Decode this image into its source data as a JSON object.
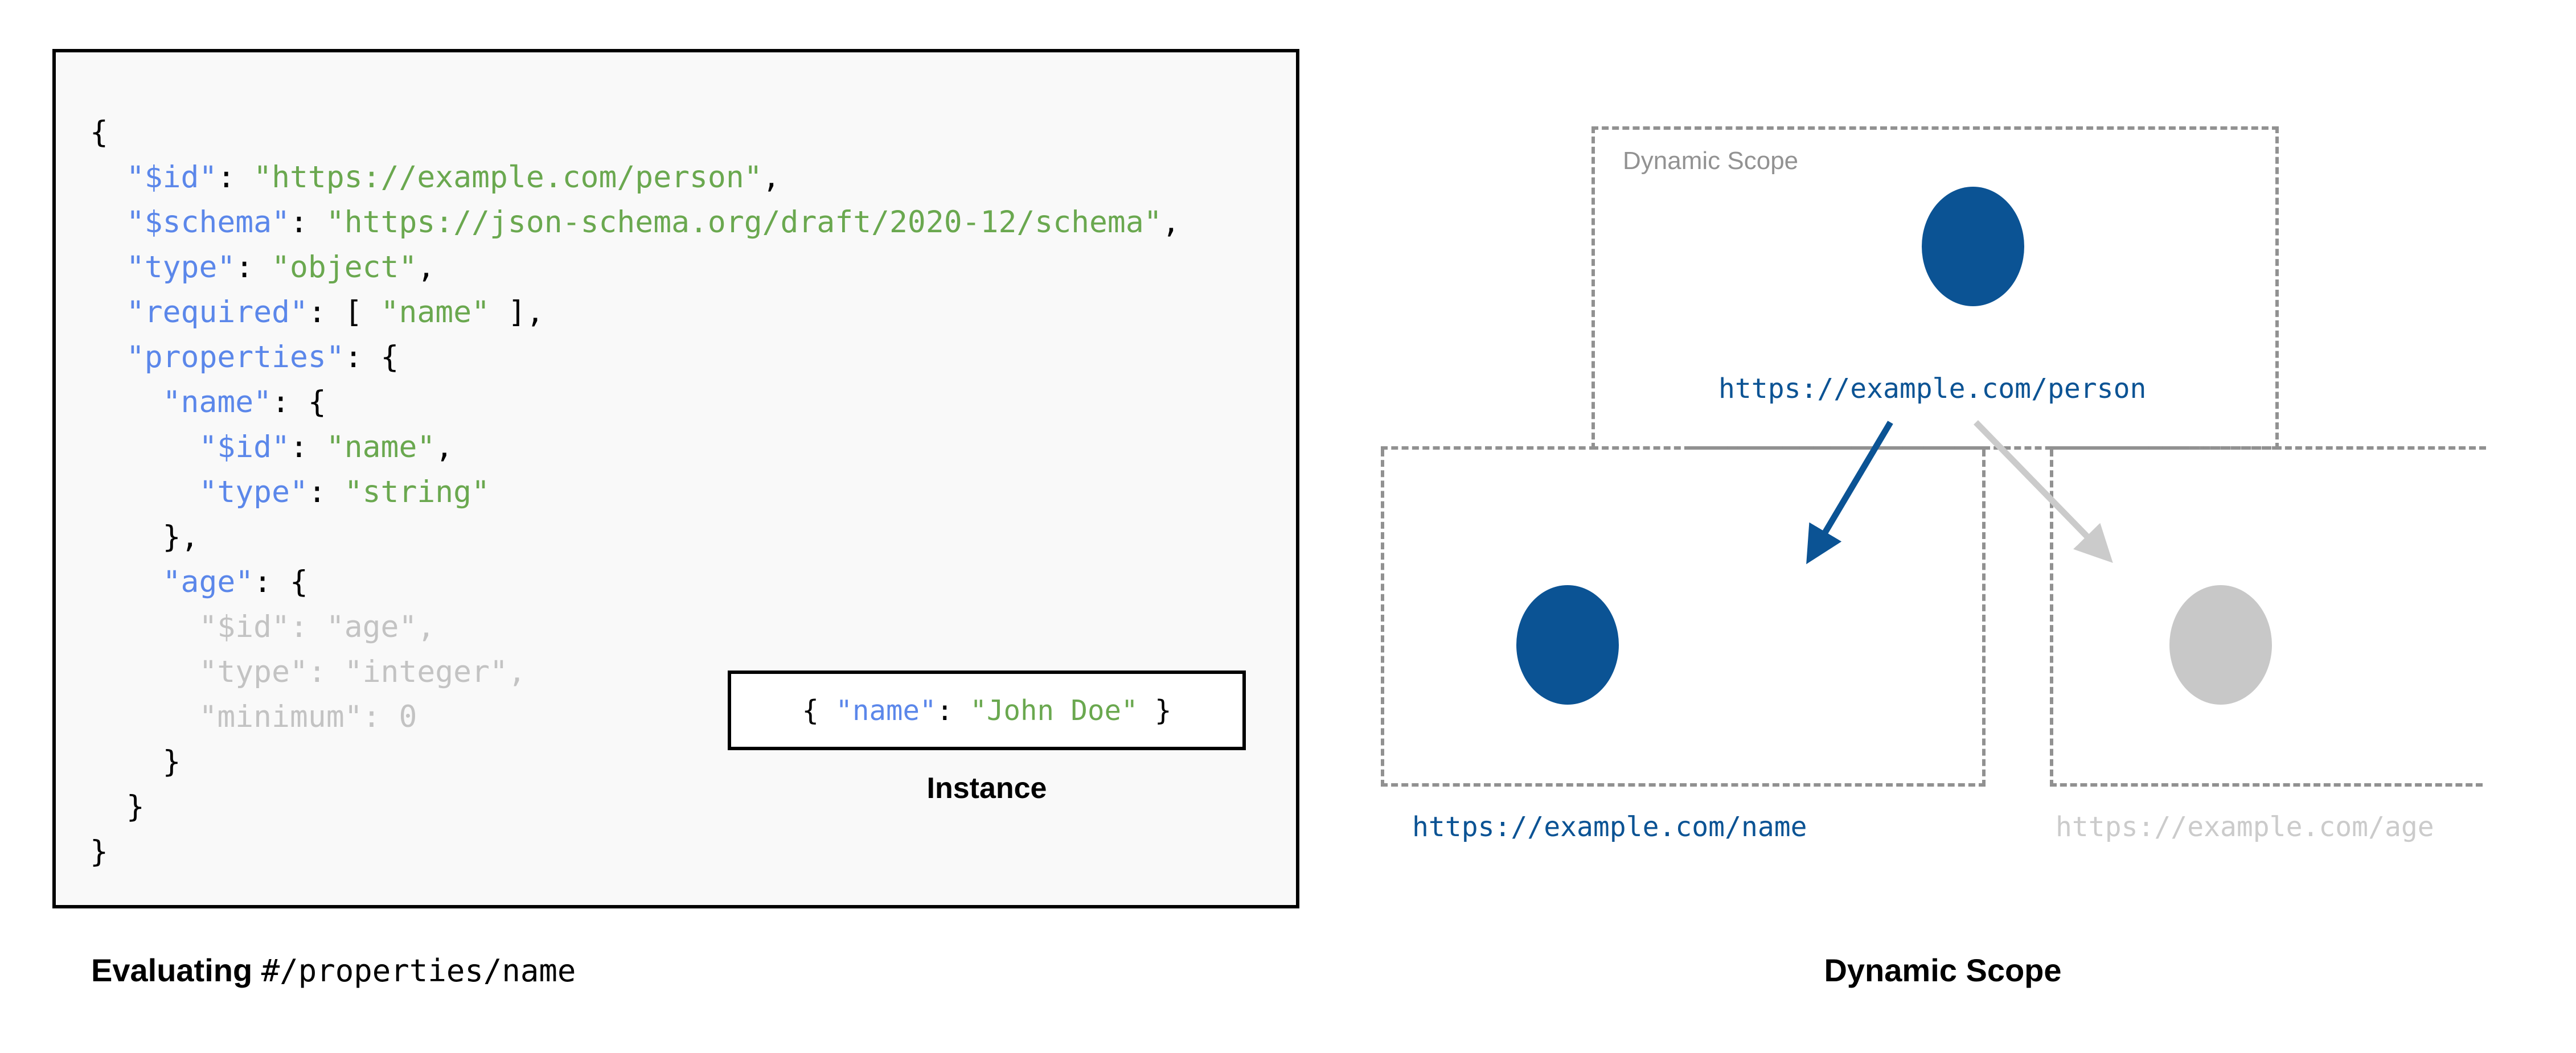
{
  "left_panel": {
    "code_lines": [
      [
        {
          "t": "{",
          "c": "p"
        }
      ],
      [
        {
          "t": "  ",
          "c": "p"
        },
        {
          "t": "\"$id\"",
          "c": "k"
        },
        {
          "t": ": ",
          "c": "p"
        },
        {
          "t": "\"https://example.com/person\"",
          "c": "s"
        },
        {
          "t": ",",
          "c": "p"
        }
      ],
      [
        {
          "t": "  ",
          "c": "p"
        },
        {
          "t": "\"$schema\"",
          "c": "k"
        },
        {
          "t": ": ",
          "c": "p"
        },
        {
          "t": "\"https://json-schema.org/draft/2020-12/schema\"",
          "c": "s"
        },
        {
          "t": ",",
          "c": "p"
        }
      ],
      [
        {
          "t": "  ",
          "c": "p"
        },
        {
          "t": "\"type\"",
          "c": "k"
        },
        {
          "t": ": ",
          "c": "p"
        },
        {
          "t": "\"object\"",
          "c": "s"
        },
        {
          "t": ",",
          "c": "p"
        }
      ],
      [
        {
          "t": "  ",
          "c": "p"
        },
        {
          "t": "\"required\"",
          "c": "k"
        },
        {
          "t": ": [ ",
          "c": "p"
        },
        {
          "t": "\"name\"",
          "c": "s"
        },
        {
          "t": " ],",
          "c": "p"
        }
      ],
      [
        {
          "t": "  ",
          "c": "p"
        },
        {
          "t": "\"properties\"",
          "c": "k"
        },
        {
          "t": ": {",
          "c": "p"
        }
      ],
      [
        {
          "t": "    ",
          "c": "p"
        },
        {
          "t": "\"name\"",
          "c": "k"
        },
        {
          "t": ": {",
          "c": "p"
        }
      ],
      [
        {
          "t": "      ",
          "c": "p"
        },
        {
          "t": "\"$id\"",
          "c": "k"
        },
        {
          "t": ": ",
          "c": "p"
        },
        {
          "t": "\"name\"",
          "c": "s"
        },
        {
          "t": ",",
          "c": "p"
        }
      ],
      [
        {
          "t": "      ",
          "c": "p"
        },
        {
          "t": "\"type\"",
          "c": "k"
        },
        {
          "t": ": ",
          "c": "p"
        },
        {
          "t": "\"string\"",
          "c": "s"
        }
      ],
      [
        {
          "t": "    },",
          "c": "p"
        }
      ],
      [
        {
          "t": "    ",
          "c": "p"
        },
        {
          "t": "\"age\"",
          "c": "k"
        },
        {
          "t": ": {",
          "c": "p"
        }
      ],
      [
        {
          "t": "      \"$id\": \"age\",",
          "c": "dim"
        }
      ],
      [
        {
          "t": "      \"type\": \"integer\",",
          "c": "dim"
        }
      ],
      [
        {
          "t": "      \"minimum\": 0",
          "c": "dim"
        }
      ],
      [
        {
          "t": "    }",
          "c": "p"
        }
      ],
      [
        {
          "t": "  }",
          "c": "p"
        }
      ],
      [
        {
          "t": "}",
          "c": "p"
        }
      ]
    ],
    "instance_code": [
      {
        "t": "{ ",
        "c": "p"
      },
      {
        "t": "\"name\"",
        "c": "k"
      },
      {
        "t": ": ",
        "c": "p"
      },
      {
        "t": "\"John Doe\"",
        "c": "s"
      },
      {
        "t": " }",
        "c": "p"
      }
    ],
    "instance_caption": "Instance",
    "caption_bold": "Evaluating ",
    "caption_mono": "#/properties/name"
  },
  "diagram": {
    "scope_label": "Dynamic Scope",
    "caption": "Dynamic Scope",
    "nodes": [
      {
        "id": "person",
        "label": "https://example.com/person",
        "state": "active"
      },
      {
        "id": "name",
        "label": "https://example.com/name",
        "state": "active"
      },
      {
        "id": "age",
        "label": "https://example.com/age",
        "state": "inactive"
      }
    ],
    "edges": [
      {
        "from": "person",
        "to": "name",
        "state": "active"
      },
      {
        "from": "person",
        "to": "age",
        "state": "inactive"
      }
    ]
  },
  "colors": {
    "key": "#5B87EA",
    "string": "#6AA84F",
    "punctuation": "#000000",
    "dimmed": "#C3C3C3",
    "node_active": "#0B5394",
    "node_inactive": "#C8C8C8",
    "scope_border": "#919191",
    "panel_bg": "#F9F9F9"
  }
}
